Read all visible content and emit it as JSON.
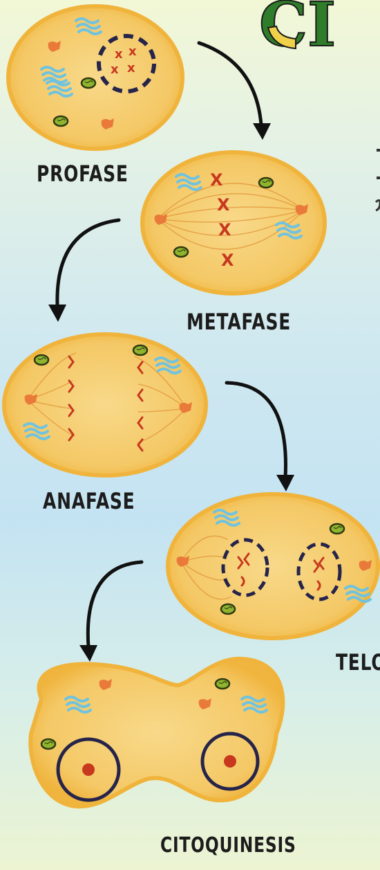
{
  "header": {
    "partial_title": "CI"
  },
  "phases": [
    {
      "id": "profase",
      "label": "PROFASE"
    },
    {
      "id": "metafase",
      "label": "METAFASE"
    },
    {
      "id": "anafase",
      "label": "ANAFASE"
    },
    {
      "id": "telofase",
      "label": "TELO"
    },
    {
      "id": "citoquinesis",
      "label": "CITOQUINESIS"
    }
  ],
  "colors": {
    "cell_fill": "#f6cf6e",
    "cell_border": "#f0b43c",
    "chromosome": "#c7381f",
    "centrosome": "#e97a3a",
    "golgi": "#6fc3e0",
    "mitochondria": "#7fa72a",
    "nucleus_ring": "#2b2a50",
    "arrow": "#111111",
    "title_green": "#2f7d2a",
    "title_yellow": "#f2d14a"
  }
}
